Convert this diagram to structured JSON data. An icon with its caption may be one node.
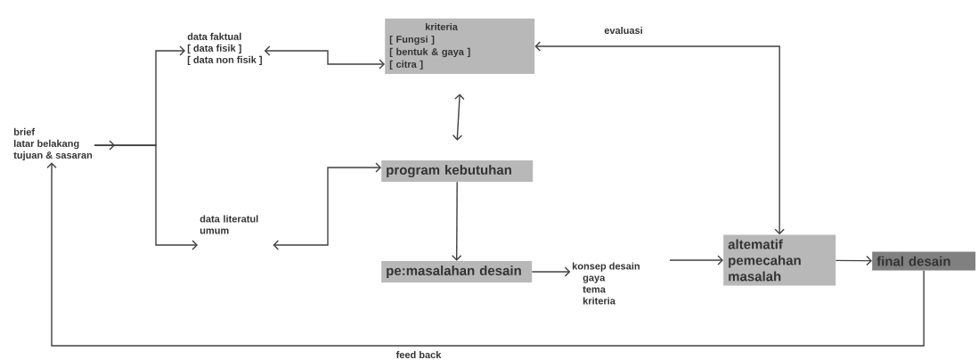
{
  "diagram": {
    "nodes": [
      {
        "text": [
          "brief",
          "latar belakang",
          "tujuan & sasaran"
        ]
      },
      {
        "text": [
          "data faktual",
          "[ data fisik ]",
          "[ data non fisik ]"
        ]
      },
      {
        "text": [
          "data literatul umum"
        ]
      },
      {
        "text": [
          "kriteria",
          "[ Fungsi ]",
          "[ bentuk & gaya ]",
          "[ citra ]"
        ]
      },
      {
        "text": [
          "program kebutuhan"
        ]
      },
      {
        "text": [
          "pe:masalahan desain"
        ]
      },
      {
        "text": [
          "konsep desain",
          "gaya",
          "tema",
          "kriteria"
        ]
      },
      {
        "text": [
          "altematif pemecahan masalah"
        ]
      },
      {
        "text": [
          "final desain"
        ]
      }
    ],
    "edges": [
      {
        "from": 0,
        "to": 1,
        "arrow": "to"
      },
      {
        "from": 0,
        "to": 2,
        "arrow": "to"
      },
      {
        "from": 1,
        "to": 3,
        "arrow": "both"
      },
      {
        "from": 2,
        "to": 4,
        "arrow": "both"
      },
      {
        "from": 3,
        "to": 4,
        "arrow": "both"
      },
      {
        "from": 4,
        "to": 5,
        "arrow": "to"
      },
      {
        "from": 5,
        "to": 6,
        "arrow": "to"
      },
      {
        "from": 6,
        "to": 7,
        "arrow": "to"
      },
      {
        "from": 7,
        "to": 8,
        "arrow": "to"
      },
      {
        "from": 3,
        "to": 7,
        "arrow": "both",
        "label": "evaluasi"
      },
      {
        "from": 8,
        "to": 0,
        "arrow": "to",
        "label": "feed back"
      }
    ]
  }
}
